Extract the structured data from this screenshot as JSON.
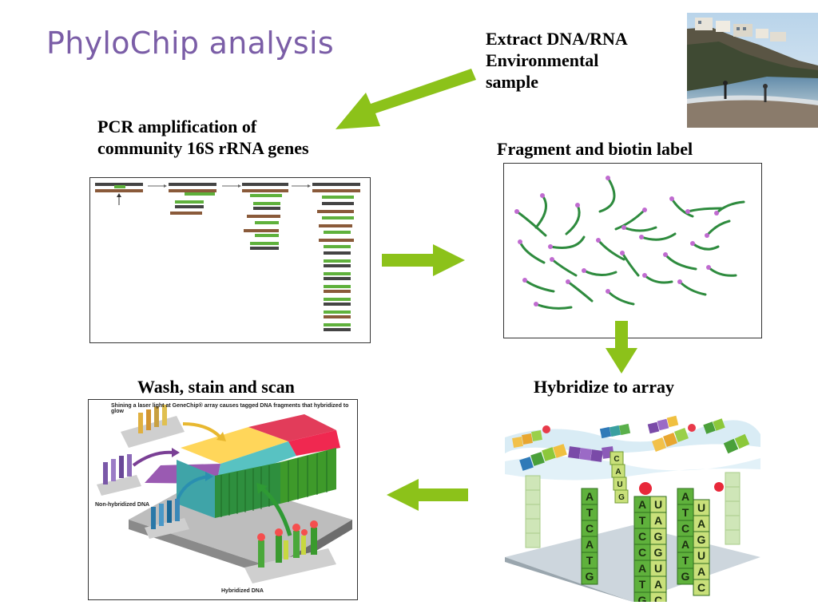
{
  "slide": {
    "title": "PhyloChip analysis"
  },
  "steps": {
    "extract": {
      "line1": "Extract DNA/RNA",
      "line2": "Environmental",
      "line3": "sample"
    },
    "pcr": {
      "line1": "PCR amplification of",
      "line2": "community 16S rRNA genes"
    },
    "fragment": {
      "label": "Fragment and biotin label"
    },
    "hybridize": {
      "label": "Hybridize to array"
    },
    "wash": {
      "label": "Wash, stain and scan"
    }
  },
  "wash_figure": {
    "caption": "Shining a laser light at GeneChip® array causes tagged DNA fragments that hybridized to glow",
    "non_hybridized": "Non-hybridized DNA",
    "hybridized": "Hybridized DNA"
  },
  "hybridize_figure": {
    "col1": [
      "A",
      "T",
      "C",
      "A",
      "T",
      "G"
    ],
    "col2": [
      "A",
      "T",
      "C",
      "C",
      "A",
      "T",
      "G"
    ],
    "col2b": [
      "U",
      "A",
      "G",
      "G",
      "U",
      "A",
      "C"
    ],
    "col3": [
      "A",
      "T",
      "C",
      "A",
      "T",
      "G"
    ],
    "col3b": [
      "U",
      "A",
      "G",
      "U",
      "A",
      "C"
    ],
    "floating": [
      "C",
      "A",
      "U",
      "G"
    ]
  },
  "colors": {
    "arrow": "#8cc21a",
    "title": "#7b5ea7",
    "strand": "#2e8b3e",
    "biotin": "#c06bd0"
  }
}
